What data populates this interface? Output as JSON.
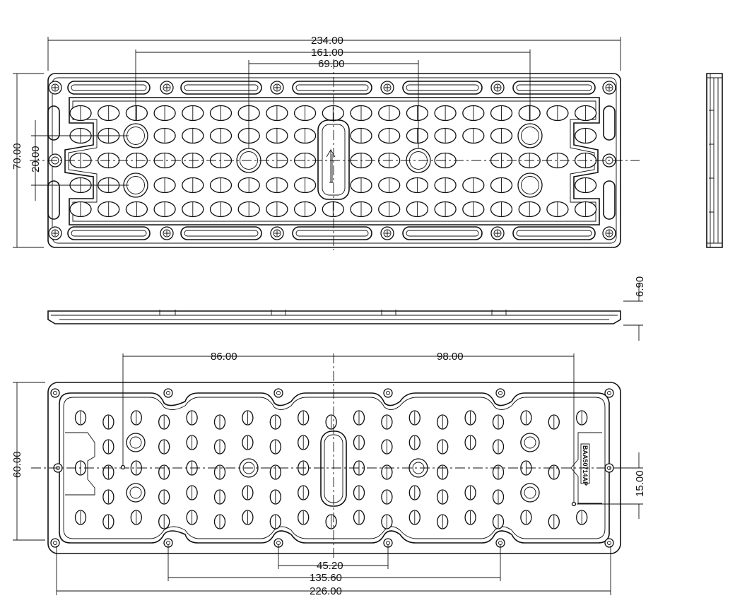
{
  "top_view": {
    "dims": {
      "overall_length": "234.00",
      "outer_hole_spacing": "161.00",
      "inner_hole_spacing": "69.00",
      "overall_width": "70.00",
      "hole_row_spacing": "20.00"
    }
  },
  "side_view": {
    "dims": {
      "thickness": "6.90"
    }
  },
  "bottom_view": {
    "dims": {
      "left_offset": "86.00",
      "right_offset": "98.00",
      "height": "60.00",
      "label_offset": "15.00",
      "inner_mount_spacing": "45.20",
      "mid_mount_spacing": "135.60",
      "outer_mount_spacing": "226.00"
    },
    "part_label": "BAA50714AP"
  }
}
